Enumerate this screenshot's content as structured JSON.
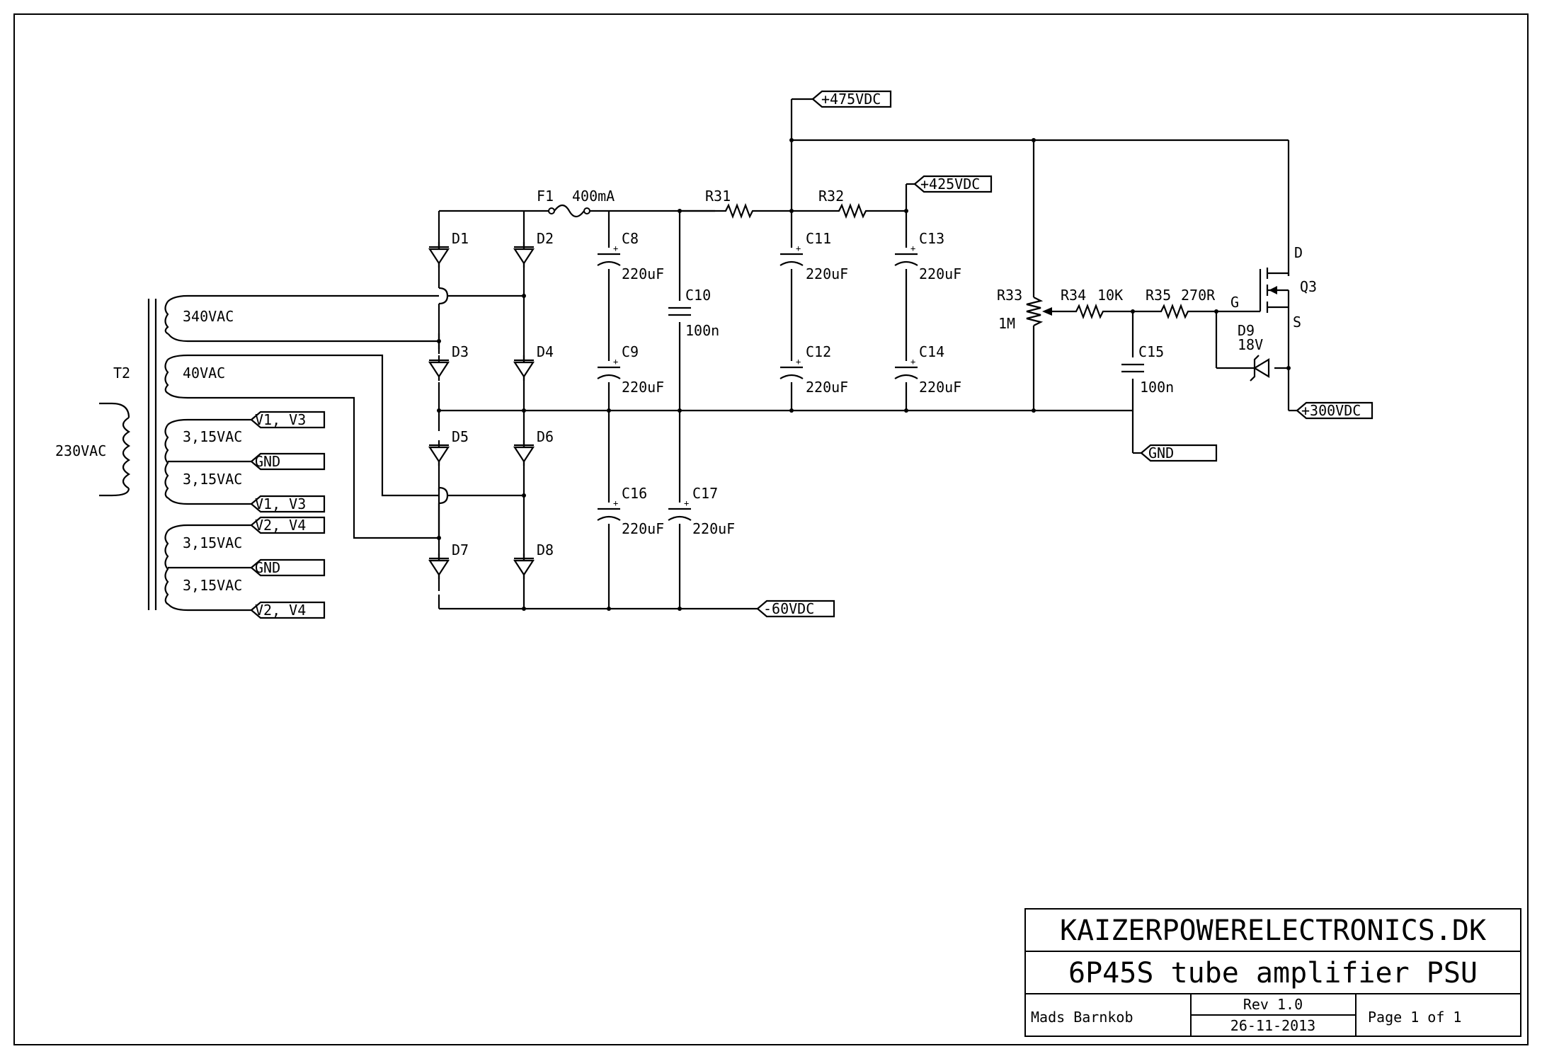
{
  "transformer": {
    "ref": "T2",
    "primary": "230VAC",
    "windings": [
      "340VAC",
      "40VAC",
      "3,15VAC",
      "3,15VAC",
      "3,15VAC",
      "3,15VAC"
    ]
  },
  "ports": {
    "p475": "+475VDC",
    "p425": "+425VDC",
    "p300": "+300VDC",
    "gnd_main": "GND",
    "n60": "-60VDC",
    "v13a": "V1, V3",
    "gnd1": "GND",
    "v13b": "V1, V3",
    "v24a": "V2, V4",
    "gnd2": "GND",
    "v24b": "V2, V4"
  },
  "diodes": [
    "D1",
    "D2",
    "D3",
    "D4",
    "D5",
    "D6",
    "D7",
    "D8"
  ],
  "fuse": {
    "ref": "F1",
    "value": "400mA"
  },
  "capacitors": {
    "c8": {
      "ref": "C8",
      "value": "220uF"
    },
    "c9": {
      "ref": "C9",
      "value": "220uF"
    },
    "c10": {
      "ref": "C10",
      "value": "100n"
    },
    "c11": {
      "ref": "C11",
      "value": "220uF"
    },
    "c12": {
      "ref": "C12",
      "value": "220uF"
    },
    "c13": {
      "ref": "C13",
      "value": "220uF"
    },
    "c14": {
      "ref": "C14",
      "value": "220uF"
    },
    "c15": {
      "ref": "C15",
      "value": "100n"
    },
    "c16": {
      "ref": "C16",
      "value": "220uF"
    },
    "c17": {
      "ref": "C17",
      "value": "220uF"
    }
  },
  "resistors": {
    "r31": {
      "ref": "R31"
    },
    "r32": {
      "ref": "R32"
    },
    "r33": {
      "ref": "R33",
      "value": "1M"
    },
    "r34": {
      "ref": "R34",
      "value": "10K"
    },
    "r35": {
      "ref": "R35",
      "value": "270R"
    }
  },
  "mosfet": {
    "ref": "Q3",
    "drain": "D",
    "gate": "G",
    "source": "S"
  },
  "zener": {
    "ref": "D9",
    "value": "18V"
  },
  "title_block": {
    "company": "KAIZERPOWERELECTRONICS.DK",
    "title": "6P45S tube amplifier PSU",
    "author": "Mads Barnkob",
    "revision": "Rev 1.0",
    "date": "26-11-2013",
    "page": "Page 1 of 1"
  }
}
